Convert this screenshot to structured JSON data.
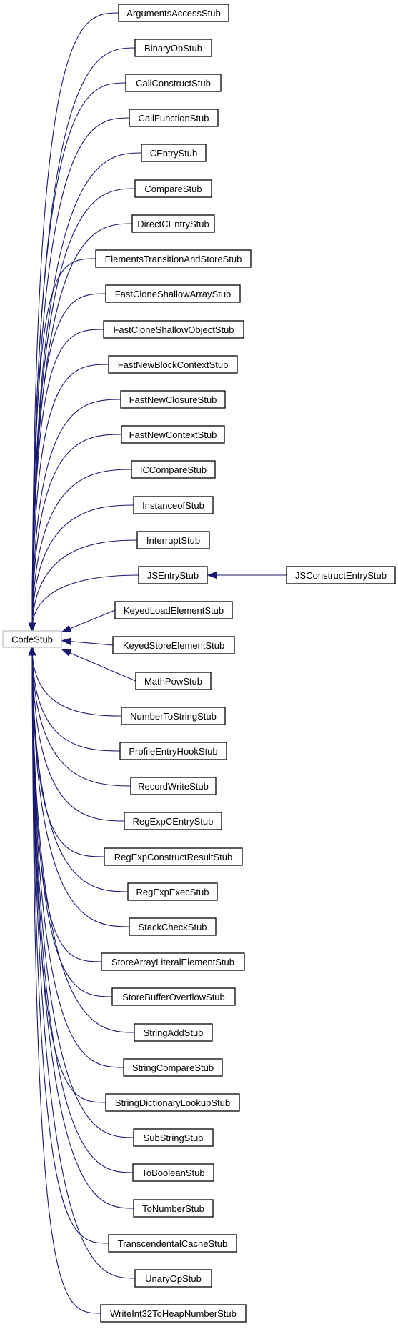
{
  "root": {
    "label": "CodeStub"
  },
  "children": [
    {
      "label": "ArgumentsAccessStub"
    },
    {
      "label": "BinaryOpStub"
    },
    {
      "label": "CallConstructStub"
    },
    {
      "label": "CallFunctionStub"
    },
    {
      "label": "CEntryStub"
    },
    {
      "label": "CompareStub"
    },
    {
      "label": "DirectCEntryStub"
    },
    {
      "label": "ElementsTransitionAndStoreStub"
    },
    {
      "label": "FastCloneShallowArrayStub"
    },
    {
      "label": "FastCloneShallowObjectStub"
    },
    {
      "label": "FastNewBlockContextStub"
    },
    {
      "label": "FastNewClosureStub"
    },
    {
      "label": "FastNewContextStub"
    },
    {
      "label": "ICCompareStub"
    },
    {
      "label": "InstanceofStub"
    },
    {
      "label": "InterruptStub"
    },
    {
      "label": "JSEntryStub",
      "subclasses": [
        {
          "label": "JSConstructEntryStub"
        }
      ]
    },
    {
      "label": "KeyedLoadElementStub"
    },
    {
      "label": "KeyedStoreElementStub"
    },
    {
      "label": "MathPowStub"
    },
    {
      "label": "NumberToStringStub"
    },
    {
      "label": "ProfileEntryHookStub"
    },
    {
      "label": "RecordWriteStub"
    },
    {
      "label": "RegExpCEntryStub"
    },
    {
      "label": "RegExpConstructResultStub"
    },
    {
      "label": "RegExpExecStub"
    },
    {
      "label": "StackCheckStub"
    },
    {
      "label": "StoreArrayLiteralElementStub"
    },
    {
      "label": "StoreBufferOverflowStub"
    },
    {
      "label": "StringAddStub"
    },
    {
      "label": "StringCompareStub"
    },
    {
      "label": "StringDictionaryLookupStub"
    },
    {
      "label": "SubStringStub"
    },
    {
      "label": "ToBooleanStub"
    },
    {
      "label": "ToNumberStub"
    },
    {
      "label": "TranscendentalCacheStub"
    },
    {
      "label": "UnaryOpStub"
    },
    {
      "label": "WriteInt32ToHeapNumberStub"
    }
  ],
  "colors": {
    "edge": "#191970",
    "box_border": "#000000",
    "root_border": "#bfbfbf"
  }
}
